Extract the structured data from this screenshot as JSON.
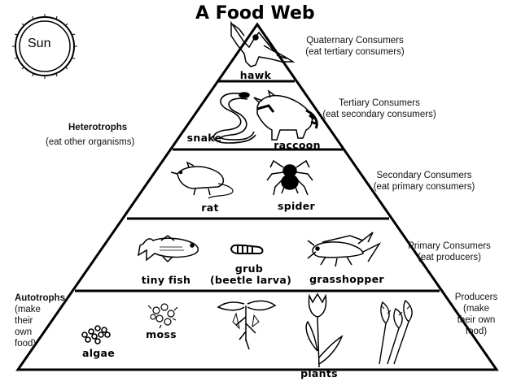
{
  "title": "A Food Web",
  "sun": {
    "label": "Sun"
  },
  "levels": [
    {
      "name": "Quaternary Consumers",
      "note": "(eat tertiary consumers)"
    },
    {
      "name": "Tertiary Consumers",
      "note": "(eat secondary consumers)"
    },
    {
      "name": "Secondary Consumers",
      "note": "(eat primary consumers)"
    },
    {
      "name": "Primary Consumers",
      "note": "(eat producers)"
    },
    {
      "name": "Producers",
      "note_lines": [
        "(make",
        "their own",
        "food)"
      ]
    }
  ],
  "groups": {
    "heterotrophs": {
      "name": "Heterotrophs",
      "note": "(eat other organisms)"
    },
    "autotrophs": {
      "name": "Autotrophs",
      "note_lines": [
        "(make",
        "their",
        "own",
        "food)"
      ]
    }
  },
  "organisms": {
    "hawk": "hawk",
    "snake": "snake",
    "raccoon": "raccoon",
    "rat": "rat",
    "spider": "spider",
    "tiny_fish": "tiny fish",
    "grub_lines": [
      "grub",
      "(beetle larva)"
    ],
    "grasshopper": "grasshopper",
    "algae": "algae",
    "moss": "moss",
    "plants": "plants"
  }
}
